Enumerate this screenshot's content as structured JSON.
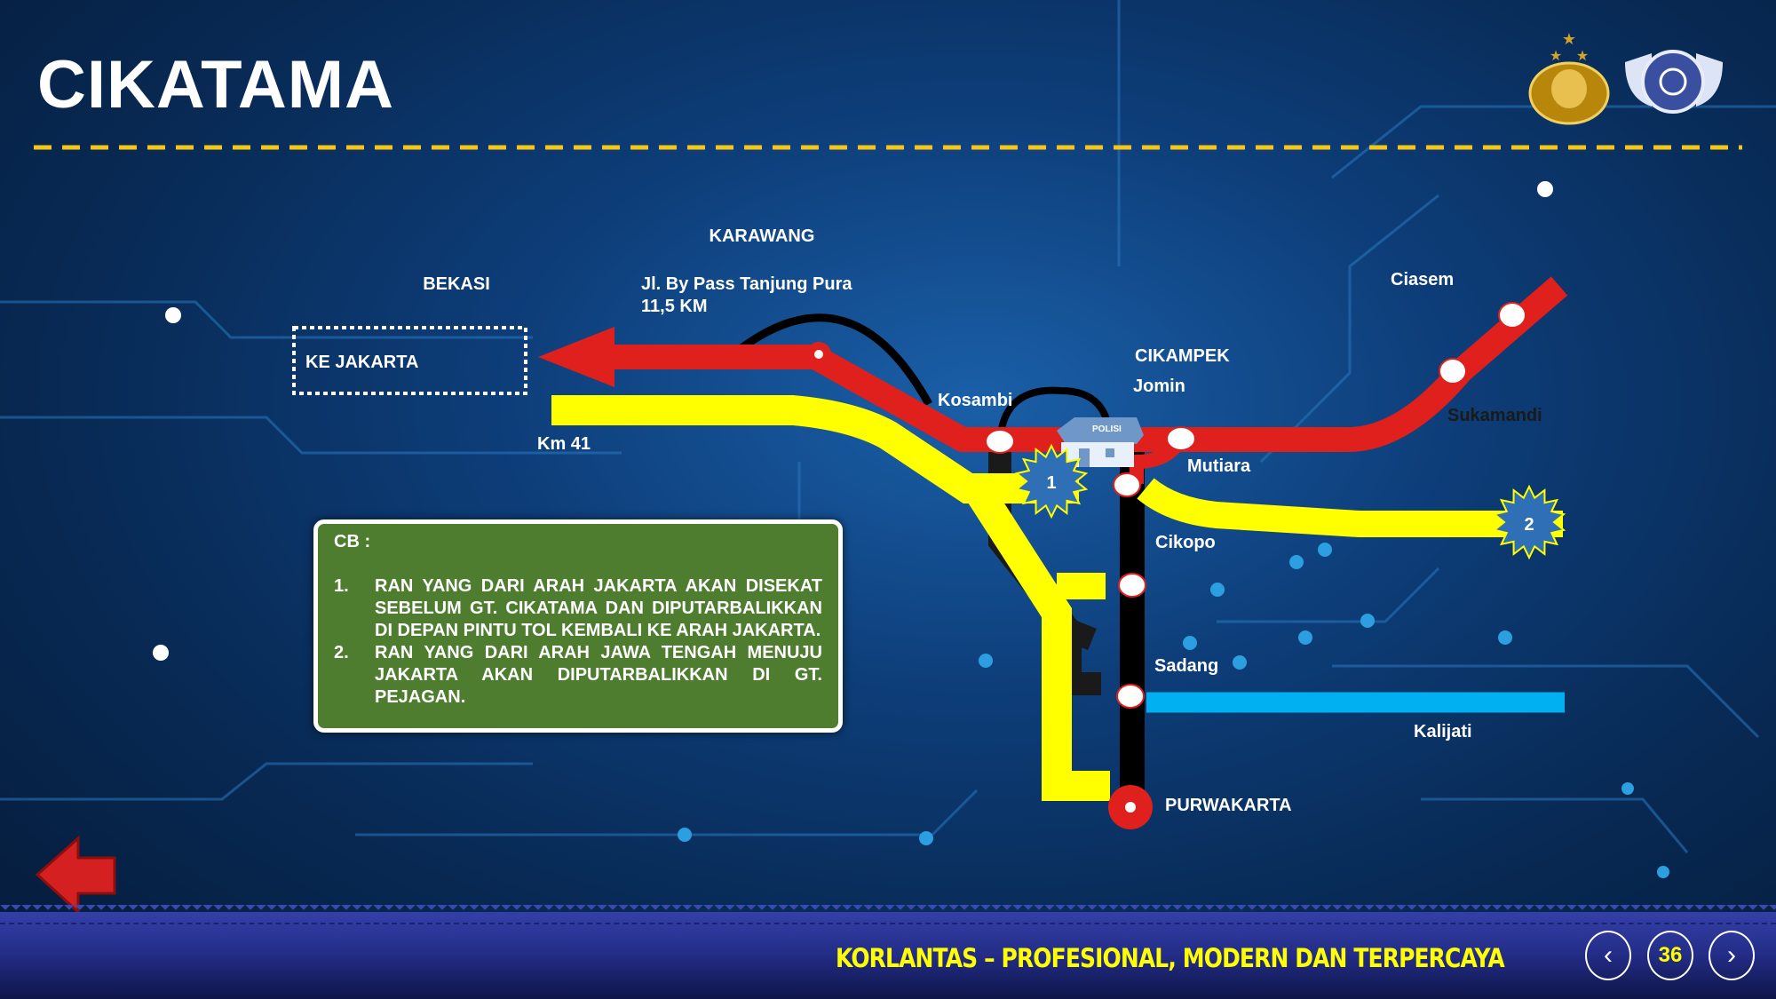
{
  "header": {
    "title": "CIKATAMA",
    "logos": [
      "polri-emblem",
      "korlantas-emblem"
    ]
  },
  "map": {
    "labels": {
      "karawang": "KARAWANG",
      "bekasi": "BEKASI",
      "bypass": "Jl. By Pass Tanjung Pura",
      "bypass_km": "11,5 KM",
      "ke_jakarta": "KE JAKARTA",
      "km41": "Km 41",
      "ciasem": "Ciasem",
      "cikampek": "CIKAMPEK",
      "jomin": "Jomin",
      "kosambi": "Kosambi",
      "mutiara": "Mutiara",
      "sukamandi": "Sukamandi",
      "cikopo": "Cikopo",
      "sadang": "Sadang",
      "kalijati": "Kalijati",
      "purwakarta": "PURWAKARTA",
      "police": "POLISI"
    },
    "markers": [
      "1",
      "2"
    ],
    "colors": {
      "red": "#e0201c",
      "yellow": "#ffff00",
      "black": "#000000",
      "blue": "#00b0f0"
    }
  },
  "cb": {
    "heading": "CB :",
    "items": [
      {
        "num": "1.",
        "text": "RAN YANG DARI ARAH JAKARTA AKAN DISEKAT SEBELUM GT. CIKATAMA DAN DIPUTARBALIKKAN DI DEPAN PINTU TOL KEMBALI KE ARAH JAKARTA."
      },
      {
        "num": "2.",
        "text": "RAN YANG DARI ARAH JAWA TENGAH MENUJU JAKARTA AKAN DIPUTARBALIKKAN DI GT. PEJAGAN."
      }
    ]
  },
  "footer": {
    "slogan": "KORLANTAS – PROFESIONAL, MODERN DAN TERPERCAYA",
    "page": "36",
    "prev": "‹",
    "next": "›"
  }
}
